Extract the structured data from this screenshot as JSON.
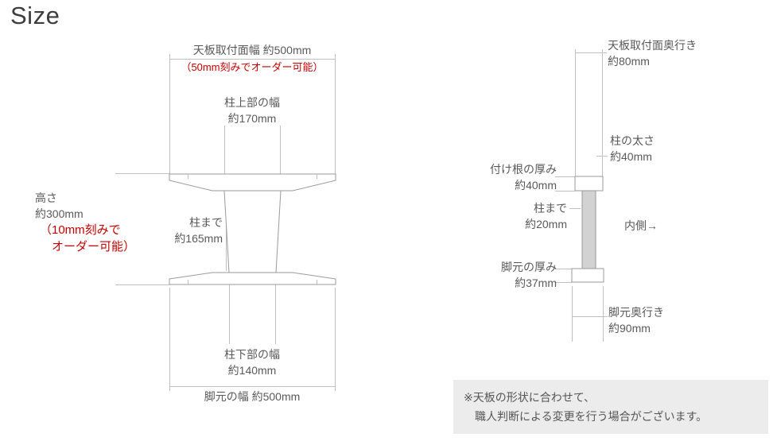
{
  "title": "Size",
  "front": {
    "top_width": "天板取付面幅 約500mm",
    "top_width_note": "（50mm刻みでオーダー可能）",
    "pillar_top": "柱上部の幅\n約170mm",
    "height": "高さ\n約300mm",
    "height_note": "（10mm刻みで\n　オーダー可能）",
    "to_pillar": "柱まで\n約165mm",
    "pillar_bottom": "柱下部の幅\n約140mm",
    "base_width": "脚元の幅 約500mm"
  },
  "side": {
    "top_depth": "天板取付面奥行き\n約80mm",
    "pillar_thickness": "柱の太さ\n約40mm",
    "root_thickness": "付け根の厚み\n約40mm",
    "to_pillar": "柱まで\n約20mm",
    "inner": "内側→",
    "base_thickness": "脚元の厚み\n約37mm",
    "base_depth": "脚元奥行き\n約90mm"
  },
  "note": "※天板の形状に合わせて、\n　職人判断による変更を行う場合がございます。",
  "colors": {
    "accent_red": "#c60000",
    "dimension_line": "#c0c0c0",
    "shape_outline": "#9a9a9a",
    "text": "#595959",
    "note_bg": "#ececec"
  }
}
